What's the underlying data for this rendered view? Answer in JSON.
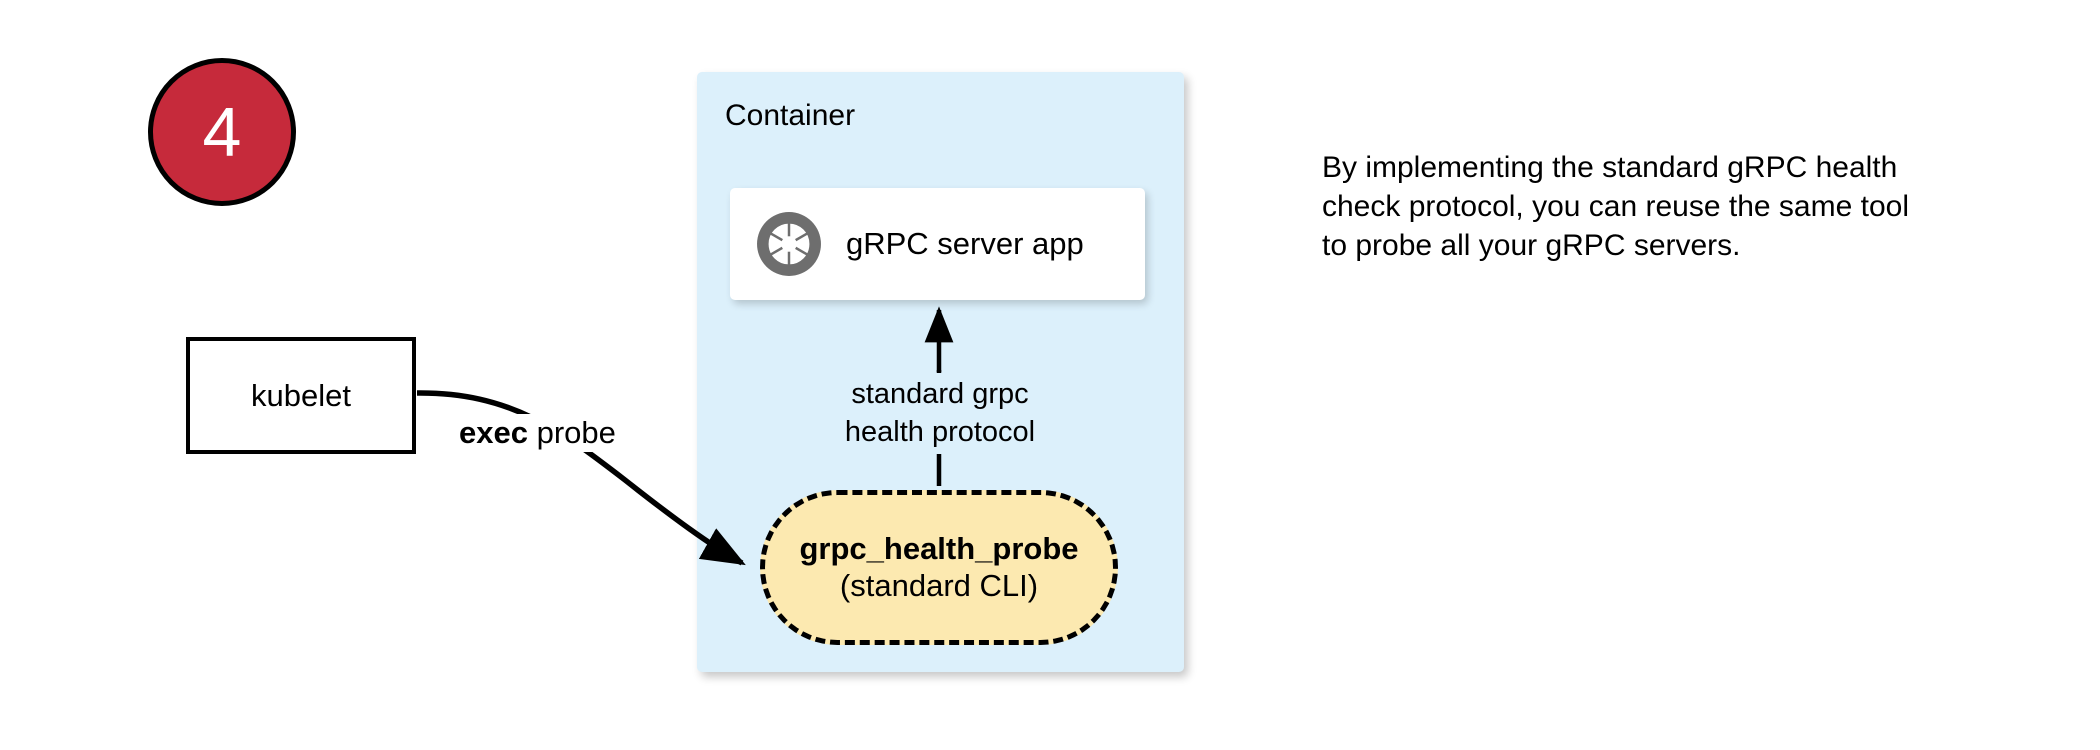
{
  "step": {
    "number": "4"
  },
  "kubelet": {
    "label": "kubelet"
  },
  "container": {
    "title": "Container",
    "fill_color": "#dcf0fb"
  },
  "server_card": {
    "label": "gRPC server app",
    "icon": "grpc-aperture-icon",
    "icon_color": "#6e6e6e"
  },
  "probe": {
    "name": "grpc_health_probe",
    "subtitle": "(standard CLI)",
    "fill_color": "#fce9b0",
    "border_style": "dashed"
  },
  "edges": {
    "exec_probe_bold": "exec",
    "exec_probe_rest": " probe",
    "protocol_line1": "standard grpc",
    "protocol_line2": "health protocol"
  },
  "description": {
    "text": "By implementing the standard gRPC health check protocol, you can reuse the same tool to probe all your gRPC servers."
  },
  "palette": {
    "badge_red": "#c62a3b",
    "badge_text": "#ffffff",
    "container_blue": "#dcf0fb",
    "probe_yellow": "#fce9b0",
    "stroke_black": "#000000",
    "icon_gray": "#6e6e6e"
  }
}
